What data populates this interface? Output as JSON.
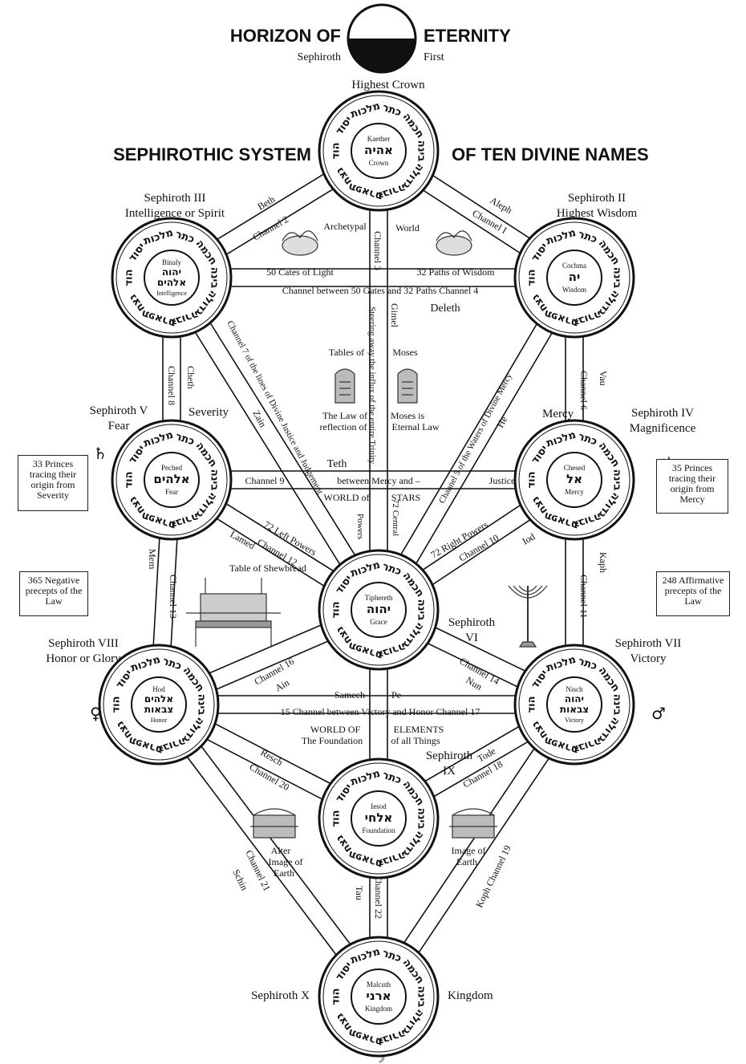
{
  "header": {
    "left": "HORIZON OF",
    "right": "ETERNITY",
    "sub_left": "Sephiroth",
    "sub_right": "First",
    "crown": "Highest Crown"
  },
  "subtitle": {
    "left": "SEPHIROTHIC SYSTEM",
    "right": "OF TEN DIVINE NAMES"
  },
  "ring_words": [
    "כתר",
    "חכמה",
    "בינה",
    "גדולה",
    "גבורה",
    "תפארת",
    "נצח",
    "הוד",
    "יסוד",
    "מלכות"
  ],
  "spheres": [
    {
      "id": "kether",
      "top": "Kaether",
      "heb": "אהיה",
      "bottom": "Crown"
    },
    {
      "id": "binah",
      "top": "Binaly",
      "heb": "יהוה",
      "heb2": "אלהים",
      "bottom": "Intelligence"
    },
    {
      "id": "chokmah",
      "top": "Cochma",
      "heb": "יה",
      "bottom": "Wisdom"
    },
    {
      "id": "geburah",
      "top": "Peched",
      "heb": "אלהים",
      "bottom": "Fear"
    },
    {
      "id": "chesed",
      "top": "Chesed",
      "heb": "אל",
      "bottom": "Mercy"
    },
    {
      "id": "tiphereth",
      "top": "Tiphereth",
      "heb": "יהוה",
      "bottom": "Grace"
    },
    {
      "id": "hod",
      "top": "Hod",
      "heb": "אלהים",
      "heb2": "צבאות",
      "bottom": "Honor"
    },
    {
      "id": "netzach",
      "top": "Nisch",
      "heb": "יהוה",
      "heb2": "צבאות",
      "bottom": "Victory"
    },
    {
      "id": "yesod",
      "top": "Iesod",
      "heb": "אלחי",
      "bottom": "Foundation"
    },
    {
      "id": "malkuth",
      "top": "Malcuth",
      "heb": "ארני",
      "bottom": "Kingdom"
    }
  ],
  "labels": {
    "s3a": "Sephiroth III",
    "s3b": "Intelligence or Spirit",
    "s2a": "Sephiroth II",
    "s2b": "Highest Wisdom",
    "s5a": "Sephiroth V",
    "s5b": "Fear",
    "severity": "Severity",
    "s4a": "Sephiroth IV",
    "s4b": "Magnificence",
    "mercy": "Mercy",
    "s6a": "Sephiroth",
    "s6b": "VI",
    "s8a": "Sephiroth VIII",
    "s8b": "Honor or Glory",
    "s7a": "Sephiroth VII",
    "s7b": "Victory",
    "s9a": "Sephiroth",
    "s9b": "IX",
    "s10": "Sephiroth X",
    "kingdom": "Kingdom",
    "archetypal": "Archetypal",
    "world": "World",
    "cates": "50 Cates of Light",
    "paths": "32 Paths of Wisdom",
    "channel4": "Channel between 50 Gates and 32 Paths Channel 4",
    "deleth": "Deleth",
    "tables_of": "Tables of",
    "moses": "Moses",
    "law_of": "The Law of",
    "reflection": "reflection of",
    "moses_is": "Moses is",
    "eternal": "Eternal Law",
    "teth": "Teth",
    "channel9": "Channel 9",
    "between_mercy": "between Mercy and –",
    "justice": "Justice",
    "world_of": "WORLD of",
    "stars": "STARS",
    "powers": "Powers",
    "central": "72 Central",
    "channel15": "15 Channel between Victory and Honor Channel 17",
    "world_found": "WORLD OF",
    "foundation": "The Foundation",
    "elements": "ELEMENTS",
    "of_all": "of all Things",
    "table_shew": "Table of Shewbread",
    "alter": "Alter",
    "image_earth_l1": "Image of",
    "image_earth_l2": "Earth",
    "image_r1": "Image of",
    "image_r2": "Earth",
    "samech": "Samech",
    "pe": "Pe"
  },
  "channels": {
    "beth": "Beth",
    "ch2": "Channel 2",
    "aleph": "Aleph",
    "ch1": "Channel I",
    "ch3": "Channel 3",
    "gimel": "Gimel",
    "steering": "Steering away the influx of the entire Trinity",
    "cheth": "Cheth",
    "ch8": "Channel 8",
    "vau": "Vau",
    "ch6": "Channel 6",
    "ch7": "Channel 7 of the lines of Divine Justice and Judgement",
    "zain": "Zain",
    "ch5": "Channel 5 of the Waters of Divine Mercy",
    "he": "He",
    "left72": "72 Left Powers",
    "lamed": "Lamed",
    "ch12": "Channel 12",
    "right72": "72 Right Powers",
    "ch10": "Channel 10",
    "iod": "Iod",
    "mem": "Mem",
    "ch13": "Channel 13",
    "kaph": "Kaph",
    "ch11": "Channel 11",
    "ch16": "Channel 16",
    "ain": "Ain",
    "ch14": "Channel 14",
    "nun": "Nun",
    "resch": "Resch",
    "ch20": "Channel 20",
    "tode": "Tode",
    "ch18": "Channel 18",
    "schin": "Schin",
    "ch21": "Channel 21",
    "kophch19": "Koph Channel 19",
    "tau": "Tau",
    "ch22": "Channel 22"
  },
  "notes": {
    "princes33": "33 Princes tracing their origin from Severity",
    "princes35": "35 Princes tracing their origin from Mercy",
    "neg365": "365 Negative precepts of the Law",
    "aff248": "248 Affirmative precepts of the Law"
  }
}
